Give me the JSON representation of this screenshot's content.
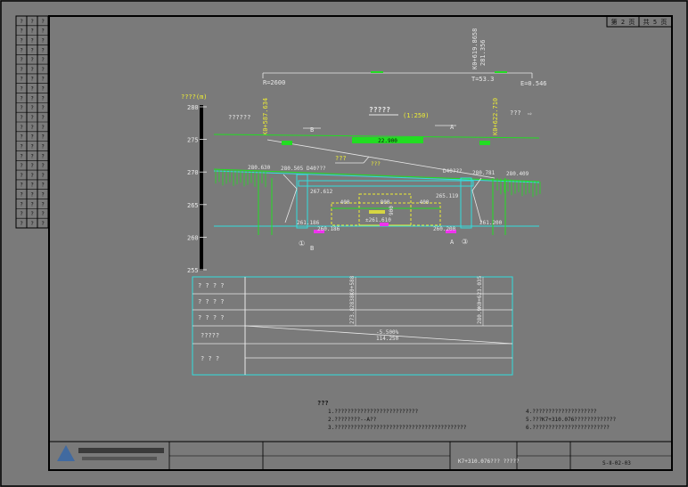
{
  "page": {
    "sheet_no": "第 2 页",
    "sheet_total": "共 5 页",
    "drawing_no": "S-Ⅱ-02-03",
    "title_caption": "K7+310.076???  ?????"
  },
  "side_table": {
    "rows": [
      "?",
      "?",
      "?",
      "?",
      "?",
      "?",
      "?",
      "?",
      "?",
      "?",
      "?",
      "?",
      "?",
      "?",
      "?",
      "?",
      "?",
      "?",
      "?",
      "?",
      "?",
      "?"
    ]
  },
  "drawing": {
    "elev_label": "????(m)",
    "elev_ticks": [
      "280",
      "275",
      "270",
      "265",
      "260",
      "255"
    ],
    "station_top": "K0+619.8658",
    "station_top_elev": "281.356",
    "curve_R": "R=2600",
    "curve_T": "T=53.3",
    "curve_E": "E=0.546",
    "dir_left": "??????",
    "dir_right": "???",
    "center_title": "?????",
    "center_scale": "(1:250)",
    "left_abut_station": "K0+587.634",
    "right_abut_station": "K0+622.710",
    "section_B": "B",
    "section_A": "A",
    "green_box": "22.900",
    "box_label_left": "???",
    "box_label_right": "???",
    "elev_L1": "280.630",
    "elev_L2": "280.505",
    "elev_L3": "267.612",
    "elev_L4": "261.186",
    "elev_L5": "260.186",
    "elev_R1": "280.781",
    "elev_R2": "280.409",
    "elev_R3": "265.119",
    "elev_R4": "261.200",
    "elev_R5": "260.200",
    "elev_mid": "±261.610",
    "dim_400a": "400",
    "dim_800": "800",
    "dim_400b": "400",
    "dim_900": "900",
    "beam_L": "D40???",
    "beam_R": "D40???",
    "pier_mark_1": "①",
    "pier_mark_2": "③"
  },
  "profile_table": {
    "rows": [
      {
        "label": "? ? ? ?"
      },
      {
        "label": "? ? ? ?"
      },
      {
        "label": "? ? ? ?"
      },
      {
        "label": "?????"
      },
      {
        "label": "?  ?  ?"
      }
    ],
    "val_left": "273.82838K0+588",
    "val_right": "280.9K0+623.035",
    "grade": "-5.500%",
    "grade_len": "114.250"
  },
  "notes": {
    "heading": "???",
    "left": [
      "1.??????????????????????????",
      "2.????????--A??",
      "3.?????????????????????????????????????????"
    ],
    "right": [
      "4.????????????????????",
      "5.???K7+310.076?????????????",
      "6.????????????????????????"
    ]
  },
  "colors": {
    "bg": "#7a7a7a",
    "border": "#000000",
    "green": "#22dd22",
    "yellow": "#eeee33",
    "cyan": "#33dddd",
    "white": "#e8e8e8",
    "magenta": "#ee33ee"
  }
}
